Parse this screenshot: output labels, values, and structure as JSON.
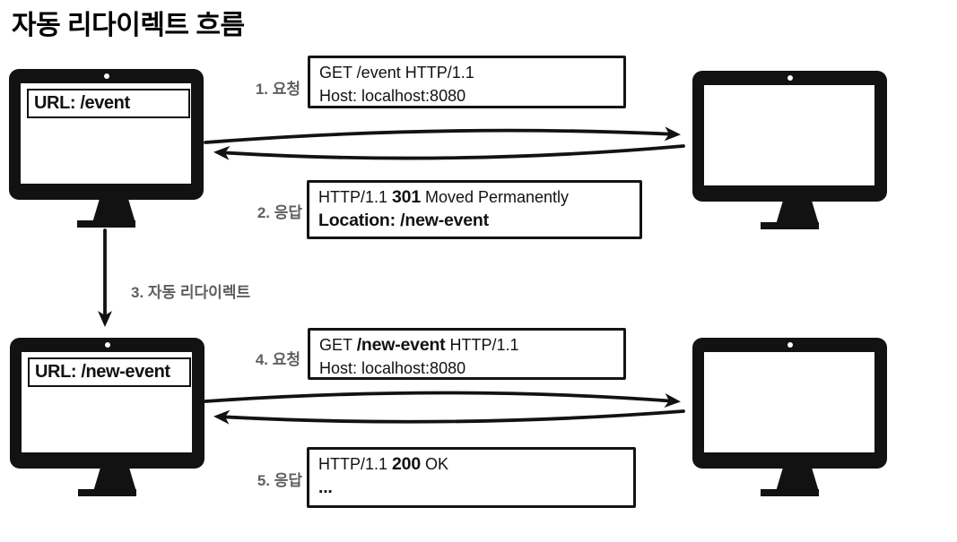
{
  "title": "자동 리다이렉트 흐름",
  "colors": {
    "ink": "#121212",
    "label_gray": "#5f5f5f"
  },
  "monitors": {
    "client_top": {
      "url": "URL: /event"
    },
    "client_bottom": {
      "url": "URL: /new-event"
    }
  },
  "labels": {
    "step1": "1. 요청",
    "step2": "2. 응답",
    "step3": "3. 자동 리다이렉트",
    "step4": "4. 요청",
    "step5": "5. 응답"
  },
  "messages": {
    "request1": {
      "line1_a": "GET /event HTTP/1.1",
      "line2": "Host: localhost:8080"
    },
    "response1": {
      "line1_a": "HTTP/1.1 ",
      "line1_b": "301",
      "line1_c": " Moved Permanently",
      "line2": "Location: /new-event"
    },
    "request2": {
      "line1_a": "GET ",
      "line1_b": "/new-event",
      "line1_c": " HTTP/1.1",
      "line2": "Host: localhost:8080"
    },
    "response2": {
      "line1_a": "HTTP/1.1 ",
      "line1_b": "200",
      "line1_c": " OK",
      "line2": "..."
    }
  }
}
